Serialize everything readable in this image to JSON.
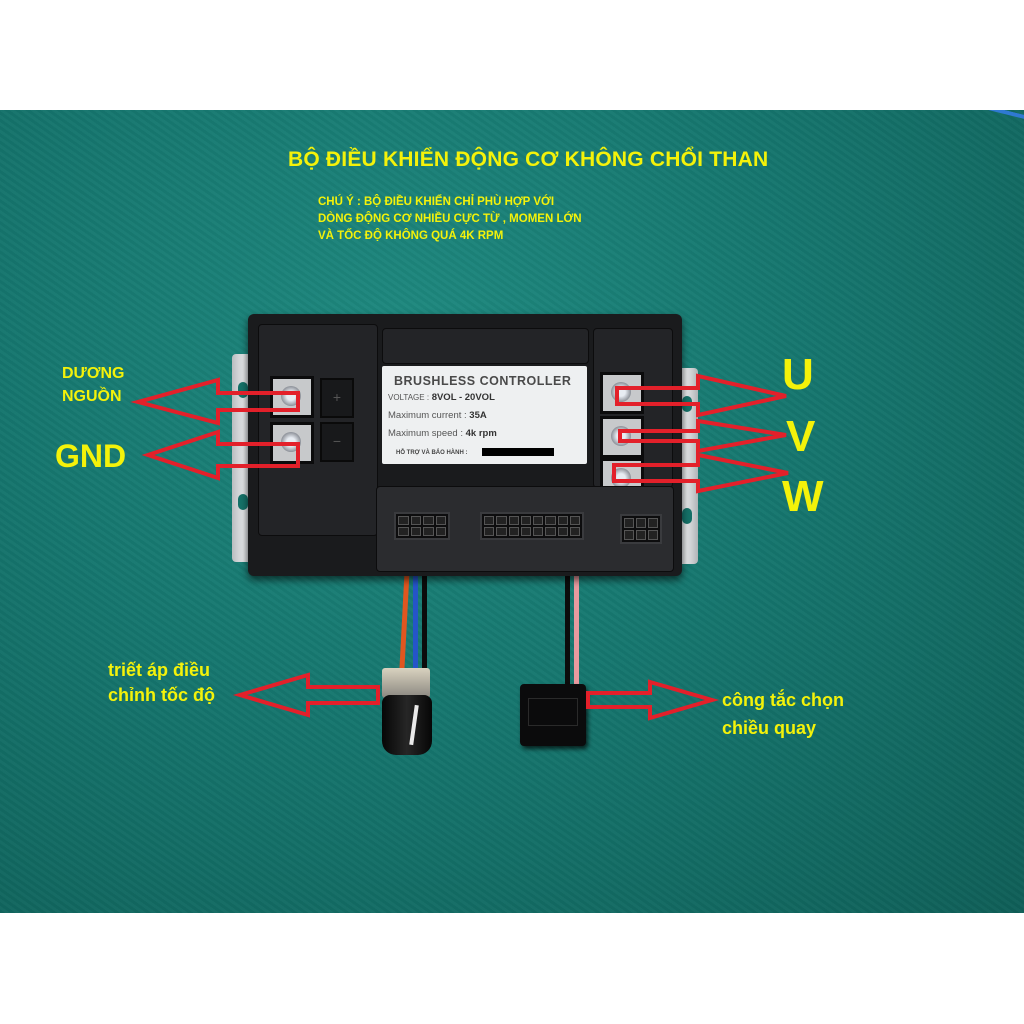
{
  "title": "BỘ ĐIỀU KHIỂN ĐỘNG CƠ KHÔNG CHỔI THAN",
  "note_lines": [
    "CHÚ Ý : BỘ ĐIỀU KHIỂN CHỈ PHÙ HỢP VỚI",
    "DÒNG ĐỘNG CƠ NHIỀU CỰC TỪ , MOMEN LỚN",
    "VÀ TỐC ĐỘ KHÔNG QUÁ 4K RPM"
  ],
  "callouts": {
    "positive_power": [
      "DƯƠNG",
      "NGUỒN"
    ],
    "ground": "GND",
    "phase_u": "U",
    "phase_v": "V",
    "phase_w": "W",
    "speed_pot": [
      "triết áp điều",
      "chỉnh tốc độ"
    ],
    "direction_switch": [
      "công tắc chọn",
      "chiều quay"
    ]
  },
  "device_label": {
    "heading": "BRUSHLESS   CONTROLLER",
    "voltage_key": "VOLTAGE :",
    "voltage_val": "8VOL - 20VOL",
    "current_key": "Maximum current :",
    "current_val": "35A",
    "speed_key": "Maximum speed :",
    "speed_val": "4k rpm",
    "support": "HỖ TRỢ VÀ BẢO HÀNH :"
  },
  "terminal_marks": {
    "plus": "+",
    "minus": "−"
  },
  "colors": {
    "annotation_text": "#f4f20a",
    "arrow": "#e3202a",
    "background_mat": "#16776f",
    "controller_body": "#1a1b1d"
  }
}
